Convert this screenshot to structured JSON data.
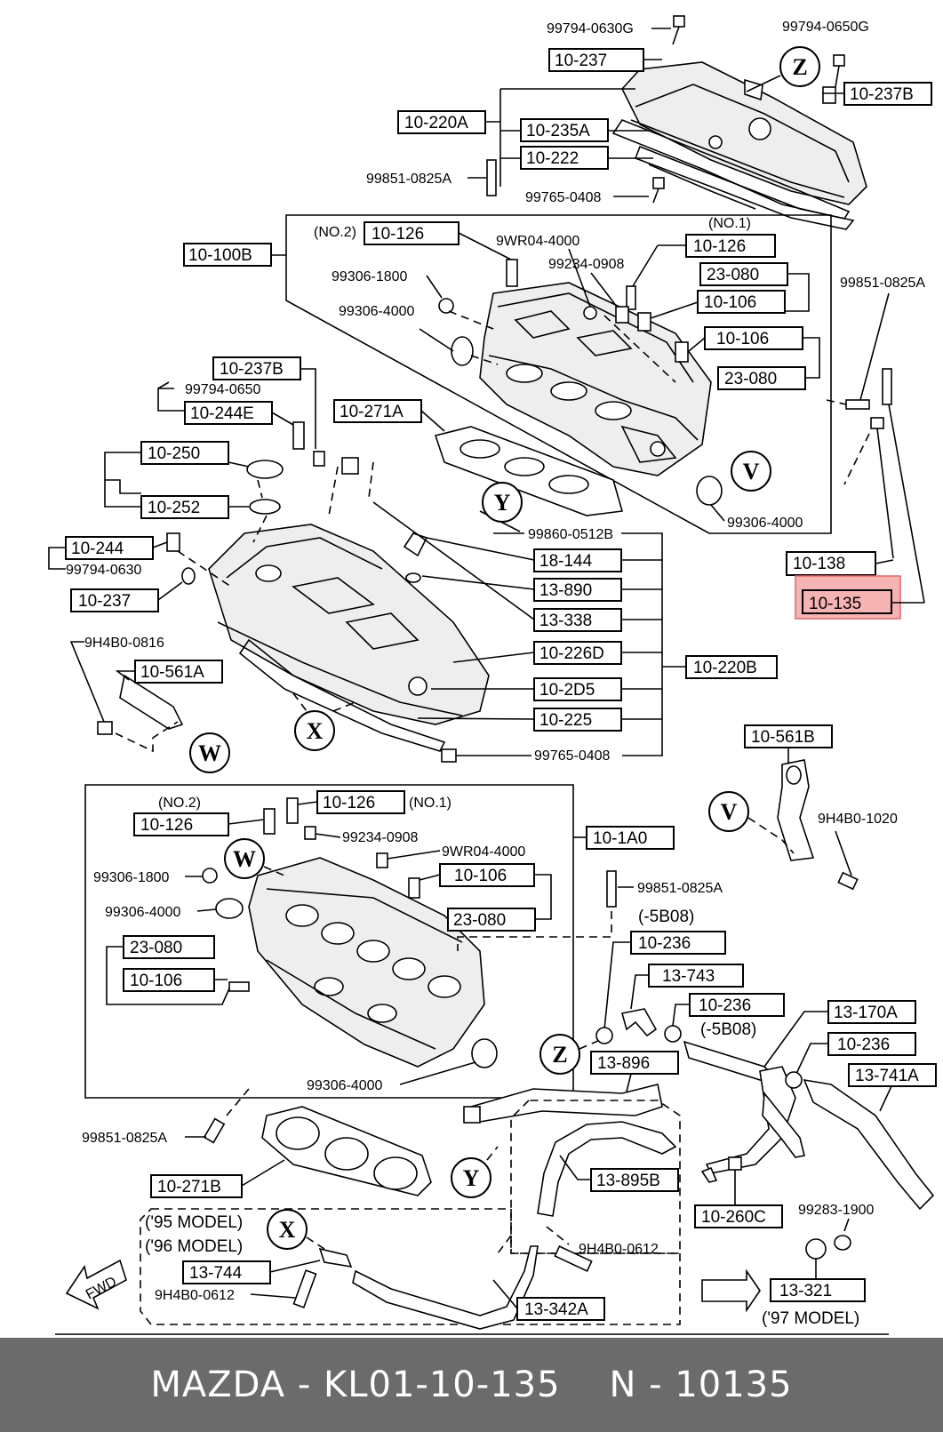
{
  "labels": {
    "top": {
      "b99794_0630G": "99794-0630G",
      "b10_237": "10-237",
      "b99794_0650G": "99794-0650G",
      "b10_237B": "10-237B",
      "b10_220A": "10-220A",
      "b10_235A": "10-235A",
      "b10_222": "10-222",
      "b99851_0825A": "99851-0825A",
      "b99765_0408": "99765-0408"
    },
    "head_b": {
      "b10_100B": "10-100B",
      "no2": "(NO.2)",
      "b10_126a": "10-126",
      "b9WR04": "9WR04-4000",
      "no1": "(NO.1)",
      "b10_126b": "10-126",
      "b99306_1800": "99306-1800",
      "b99234_0908": "99234-0908",
      "b23_080a": "23-080",
      "b99851_0825A2": "99851-0825A",
      "b10_106a": "10-106",
      "b99306_4000a": "99306-4000",
      "b10_106b": "10-106",
      "b23_080b": "23-080",
      "b99306_4000b": "99306-4000"
    },
    "cover_b": {
      "b10_237B2": "10-237B",
      "b99794_0650": "99794-0650",
      "b10_244E": "10-244E",
      "b10_271A": "10-271A",
      "b10_250": "10-250",
      "b10_252": "10-252",
      "b10_244": "10-244",
      "b99794_0630": "99794-0630",
      "b10_237c": "10-237",
      "b99860_0512B": "99860-0512B",
      "b18_144": "18-144",
      "b13_890": "13-890",
      "b13_338": "13-338",
      "b10_226D": "10-226D",
      "b10_220B": "10-220B",
      "b10_2D5": "10-2D5",
      "b10_225": "10-225",
      "b99765_0408b": "99765-0408",
      "b9H4B0_0816": "9H4B0-0816",
      "b10_561A": "10-561A",
      "b10_138": "10-138",
      "b10_135": "10-135"
    },
    "head_a": {
      "no2": "(NO.2)",
      "b10_126c": "10-126",
      "no1": "(NO.1)",
      "b10_126d": "10-126",
      "b99234_0908b": "99234-0908",
      "b10_1A0": "10-1A0",
      "b9WR04b": "9WR04-4000",
      "b99306_1800b": "99306-1800",
      "b10_106c": "10-106",
      "b99306_4000c": "99306-4000",
      "b23_080c": "23-080",
      "b23_080d": "23-080",
      "b10_106d": "10-106",
      "b99306_4000d": "99306-4000",
      "b10_561B": "10-561B",
      "b9H4B0_1020": "9H4B0-1020"
    },
    "lower": {
      "b99851_0825A3": "99851-0825A",
      "b5B08a": "(-5B08)",
      "b10_236a": "10-236",
      "b13_743": "13-743",
      "b10_236b": "10-236",
      "b5B08b": "(-5B08)",
      "b13_170A": "13-170A",
      "b10_236c": "10-236",
      "b13_741A": "13-741A",
      "b13_896": "13-896",
      "b99851_0825A4": "99851-0825A",
      "b10_271B": "10-271B",
      "b13_895B": "13-895B",
      "b10_260C": "10-260C",
      "b99283_1900": "99283-1900",
      "m95": "('95 MODEL)",
      "m96": "('96 MODEL)",
      "b9H4B0_0612a": "9H4B0-0612",
      "b13_744": "13-744",
      "b9H4B0_0612b": "9H4B0-0612",
      "b13_342A": "13-342A",
      "b13_321": "13-321",
      "m97": "('97 MODEL)",
      "fwd": "FWD"
    }
  },
  "callouts": [
    "Z",
    "V",
    "Y",
    "X",
    "W",
    "V",
    "W",
    "Z",
    "Y",
    "X"
  ],
  "highlight": {
    "part": "10-135",
    "color": "#f4a6a6"
  },
  "footer": {
    "left": "MAZDA - KL01-10-135",
    "right": "N - 10135"
  }
}
